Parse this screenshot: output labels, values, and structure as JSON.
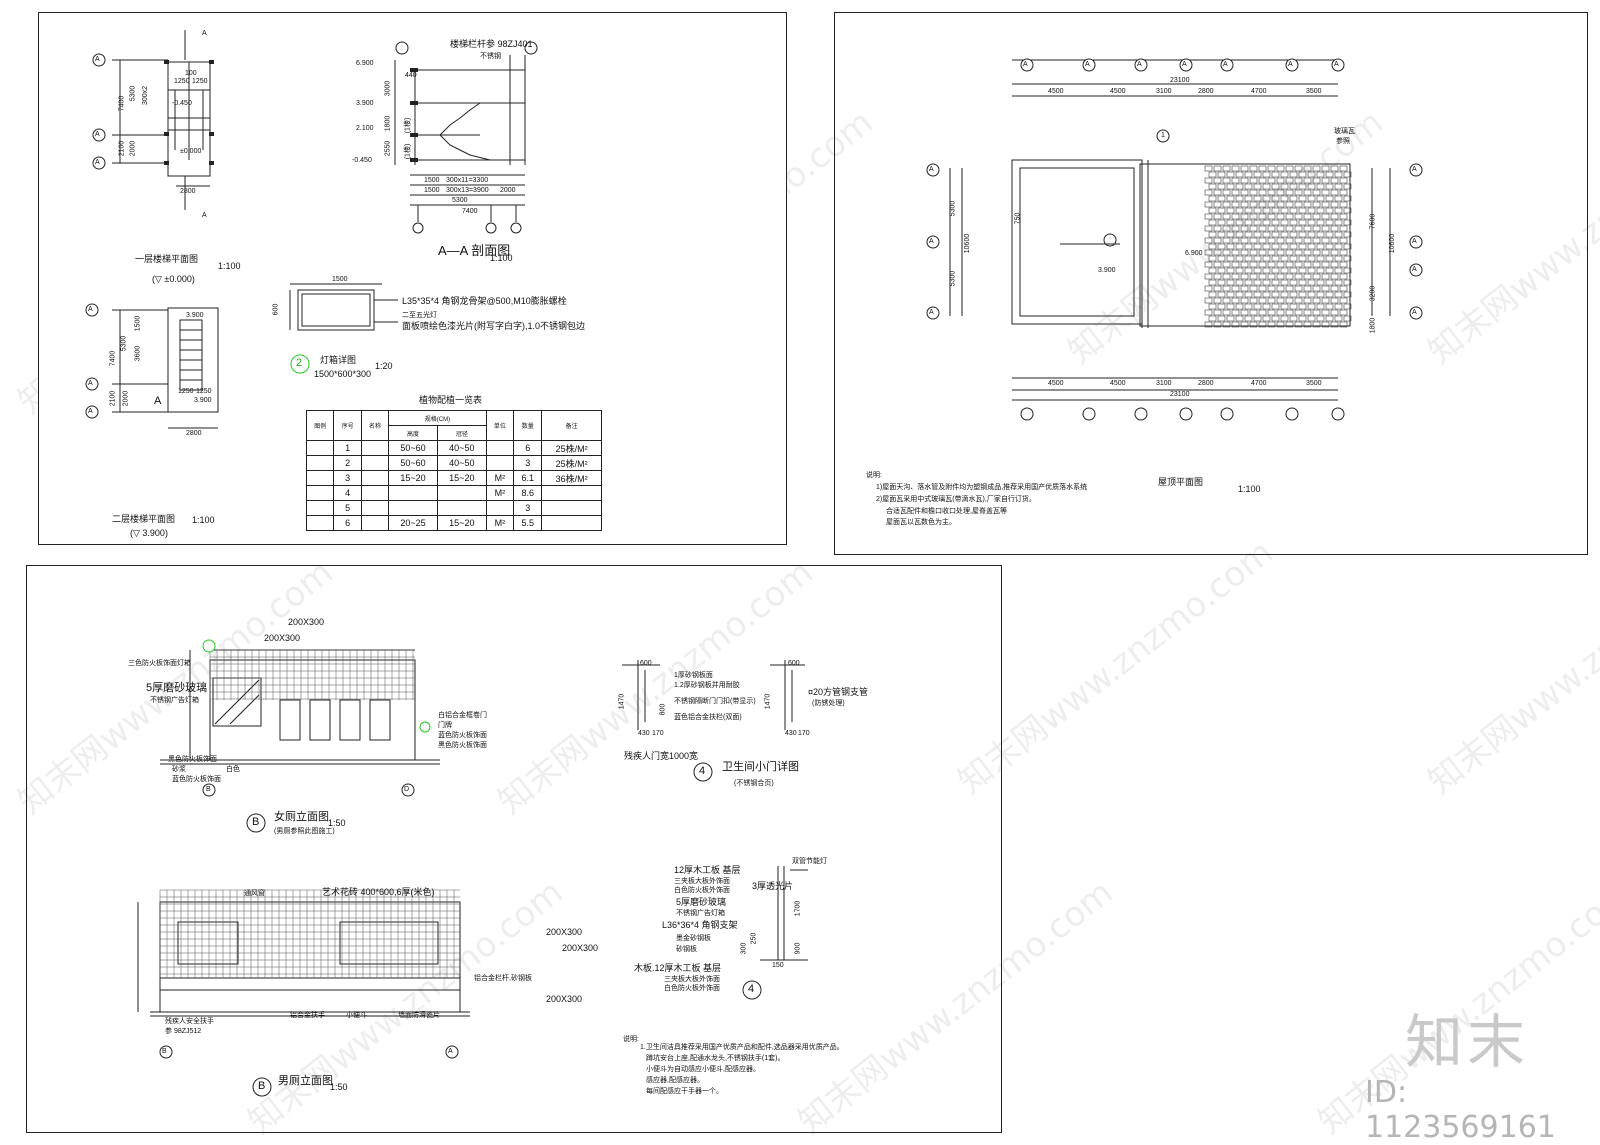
{
  "sheets": {
    "stair_sheet": {
      "first_floor_plan": {
        "title": "一层楼梯平面图",
        "scale": "1:100",
        "level": "(▽ ±0.000)",
        "axis": [
          "A",
          "A",
          "A"
        ],
        "dims": [
          "7400",
          "5300",
          "2100",
          "2000",
          "300x2",
          "2800"
        ],
        "labels": [
          "-0.450",
          "±0.000",
          "1250",
          "1250",
          "100",
          "A",
          "A"
        ]
      },
      "second_floor_plan": {
        "title": "二层楼梯平面图",
        "scale": "1:100",
        "level": "(▽ 3.900)",
        "axis": [
          "A",
          "A",
          "A"
        ],
        "dims": [
          "7400",
          "5300",
          "1500",
          "3600",
          "2100",
          "2000",
          "2800"
        ],
        "labels": [
          "3.900",
          "3.900",
          "1250",
          "1250",
          "A"
        ]
      },
      "section": {
        "title": "A—A 剖面图",
        "scale": "1:100",
        "note": "楼梯栏杆参 98ZJ401",
        "note2": "不锈钢",
        "levels": [
          "6.900",
          "3.900",
          "2.100",
          "-0.450"
        ],
        "marks": [
          "(1楼)",
          "(1楼)"
        ],
        "dims_v": [
          "3000",
          "1800",
          "2550",
          "440"
        ],
        "dims_h": [
          "1500",
          "300x11=3300",
          "1500",
          "300x13=3900",
          "2000",
          "5300",
          "7400"
        ]
      },
      "lamp_detail": {
        "title": "灯箱详图",
        "scale": "1:20",
        "size": "1500*600*300",
        "width": "1500",
        "height": "600",
        "note1": "L35*35*4 角钢龙骨架@500,M10膨胀螺栓",
        "note2": "二至五光灯",
        "note3": "面板喷绘色漆光片(附写字白字),1.0不锈钢包边",
        "circle": "2"
      },
      "schedule": {
        "title": "植物配植一览表",
        "headers": [
          "图例",
          "序号",
          "名称",
          "规格(CM)",
          "单位",
          "数量",
          "备注"
        ],
        "subheaders": [
          "高度",
          "冠径"
        ],
        "rows": [
          [
            "1",
            "50~60",
            "40~50",
            "",
            "6",
            "25株/M²"
          ],
          [
            "2",
            "50~60",
            "40~50",
            "",
            "3",
            "25株/M²"
          ],
          [
            "3",
            "15~20",
            "15~20",
            "M²",
            "6.1",
            "36株/M²"
          ],
          [
            "4",
            "",
            "",
            "M²",
            "8.6",
            ""
          ],
          [
            "5",
            "",
            "",
            "",
            "3",
            ""
          ],
          [
            "6",
            "20~25",
            "15~20",
            "M²",
            "5.5",
            ""
          ]
        ]
      }
    },
    "roof_sheet": {
      "title": "屋顶平面图",
      "scale": "1:100",
      "axis_top": [
        "A",
        "A",
        "A",
        "A",
        "A",
        "A",
        "A"
      ],
      "dims_top": [
        "4500",
        "4500",
        "3100",
        "2800",
        "4700",
        "3500"
      ],
      "total": "23100",
      "axis_left": [
        "A",
        "A",
        "A"
      ],
      "dims_left": [
        "5300",
        "5300",
        "10600",
        "750"
      ],
      "axis_right": [
        "A",
        "A",
        "A",
        "A"
      ],
      "dims_right": [
        "7600",
        "3200",
        "1800",
        "10600"
      ],
      "levels": [
        "3.900",
        "6.900"
      ],
      "tag": "玻璃瓦",
      "tag2": "参照",
      "circle": "1",
      "notes_title": "说明:",
      "notes": [
        "1)屋面天沟、落水管及附件均为塑钢成品,推荐采用国产优质落水系统",
        "2)屋面瓦采用中式玻璃瓦(带滴水瓦),厂家自行订货。",
        "合适瓦配件和檐口收口处理,屋脊盖瓦等",
        "屋面瓦以瓦数色为主。"
      ]
    },
    "elevation_sheet": {
      "female_elev": {
        "title": "女厕立面图",
        "scale": "1:50",
        "sub": "(男厕参照此图施工)",
        "circle": "B",
        "tile_label1": "200X300",
        "tile_label2": "200X300",
        "axis": [
          "B",
          "D"
        ],
        "annot": [
          "三色防火板饰面灯箱",
          "5厚磨砂玻璃",
          "不锈钢广告灯箱",
          "黑色防火板饰面",
          "白色",
          "砂浆",
          "蓝色防火板饰面",
          "白铝合金框卷门",
          "门牌",
          "蓝色防火板饰面",
          "黑色防火板饰面"
        ]
      },
      "male_elev": {
        "title": "男厕立面图",
        "scale": "1:50",
        "circle": "B",
        "top_note": "艺术花砖 400*600,6厚(米色)",
        "vent": "通风窗",
        "tile_labels": [
          "200X300",
          "200X300",
          "200X300"
        ],
        "axis": [
          "B",
          "A"
        ],
        "ref": "参 98ZJ512",
        "annot": [
          "残疾人安全扶手",
          "铝合金扶手",
          "小便斗",
          "铝合金栏杆,砂钢板",
          "墙面防滑瓷片"
        ]
      },
      "door_detail": {
        "title": "卫生间小门详图",
        "sub": "(不锈钢合页)",
        "circle": "4",
        "dims": [
          "600",
          "1470",
          "800",
          "430",
          "170",
          "600",
          "1470",
          "430",
          "170"
        ],
        "notes_left": [
          "1厚砂钢板面",
          "1.2厚砂钢板并用耐胶",
          "不锈钢隔断门门扣(带显示)",
          "蓝色铝合金扶栏(双面)"
        ],
        "notes_right": [
          "¤20方管钢支管",
          "(防锈处理)"
        ],
        "bottom": "残疾人门宽1000宽"
      },
      "partition_detail": {
        "circle": "4",
        "notes": [
          "12厚木工板  基层",
          "三夹板大板外饰面",
          "白色防火板外饰面",
          "5厚磨砂玻璃",
          "不锈钢广告灯箱",
          "L36*36*4 角钢支架",
          "墨金砂钢板",
          "砂钢板",
          "木板.12厚木工板  基层",
          "三夹板大板外饰面",
          "白色防火板外饰面"
        ],
        "right_notes": [
          "双管节能灯",
          "3厚透光片"
        ],
        "dims": [
          "1700",
          "900",
          "250",
          "300",
          "150"
        ]
      },
      "notes": {
        "title": "说明:",
        "items": [
          "1.卫生间洁具推荐采用国产优质产品和配件,选品器采用优质产品。",
          "蹲坑安台上座,配通水龙头,不锈钢扶手(1套)。",
          "小便斗为自动感应小便斗,配感应器。",
          "感应器,配感应器。",
          "每间配感应干手器一个。"
        ]
      }
    }
  },
  "watermark": "知末网www.znzmo.com",
  "logo": "知末",
  "id_text": "ID: 1123569161"
}
